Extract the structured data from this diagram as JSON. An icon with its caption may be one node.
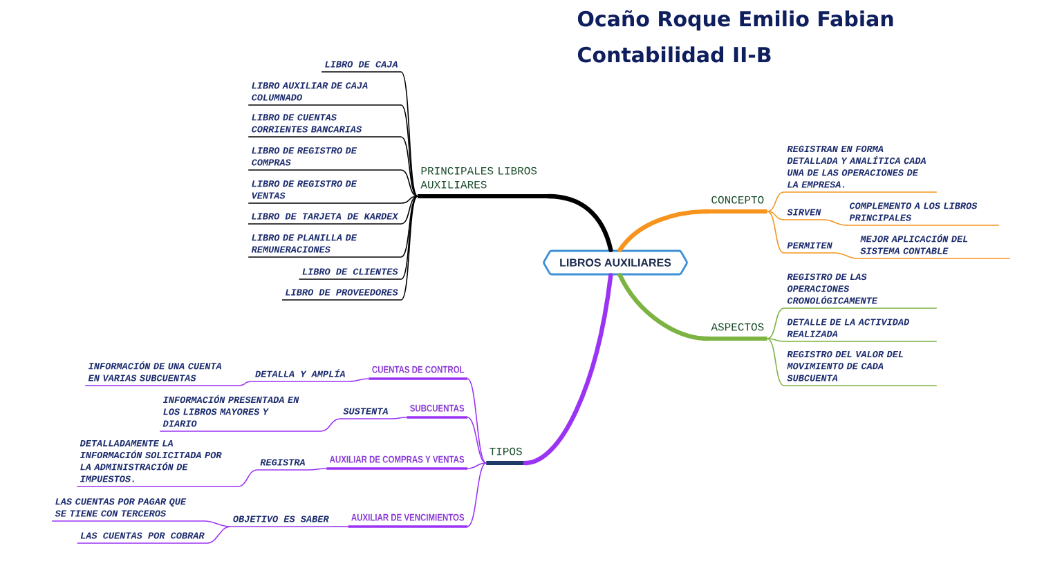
{
  "diagram": {
    "title": "Ocaño Roque Emilio Fabian",
    "nodes": [
      {
        "text": [
          "LIBROS AUXILIARES"
        ]
      },
      {
        "text": [
          "PRINCIPALES LIBROS AUXILIARES"
        ]
      },
      {
        "text": [
          "LIBRO DE CAJA"
        ]
      },
      {
        "text": [
          "LIBRO AUXILIAR DE CAJA COLUMNADO"
        ]
      },
      {
        "text": [
          "LIBRO DE CUENTAS CORRIENTES BANCARIAS"
        ]
      },
      {
        "text": [
          "LIBRO DE REGISTRO DE COMPRAS"
        ]
      },
      {
        "text": [
          "LIBRO DE REGISTRO DE VENTAS"
        ]
      },
      {
        "text": [
          "LIBRO DE TARJETA DE KARDEX"
        ]
      },
      {
        "text": [
          "LIBRO DE PLANILLA DE REMUNERACIONES"
        ]
      },
      {
        "text": [
          "LIBRO DE CLIENTES"
        ]
      },
      {
        "text": [
          "LIBRO DE PROVEEDORES"
        ]
      },
      {
        "text": [
          "CONCEPTO"
        ]
      },
      {
        "text": [
          "REGISTRAN EN FORMA DETALLADA Y ANALÍTICA CADA UNA DE LAS OPERACIONES DE LA EMPRESA."
        ]
      },
      {
        "text": [
          "SIRVEN"
        ]
      },
      {
        "text": [
          "COMPLEMENTO A LOS LIBROS PRINCIPALES"
        ]
      },
      {
        "text": [
          "PERMITEN"
        ]
      },
      {
        "text": [
          "MEJOR APLICACIÓN DEL SISTEMA CONTABLE"
        ]
      },
      {
        "text": [
          "ASPECTOS"
        ]
      },
      {
        "text": [
          "REGISTRO DE LAS OPERACIONES CRONOLÓGICAMENTE"
        ]
      },
      {
        "text": [
          "DETALLE DE LA ACTIVIDAD REALIZADA"
        ]
      },
      {
        "text": [
          "REGISTRO DEL VALOR DEL MOVIMIENTO DE CADA SUBCUENTA"
        ]
      },
      {
        "text": [
          "TIPOS"
        ]
      },
      {
        "text": [
          "CUENTAS DE CONTROL"
        ]
      },
      {
        "text": [
          "DETALLA Y AMPLÍA"
        ]
      },
      {
        "text": [
          "INFORMACIÓN DE UNA CUENTA EN VARIAS SUBCUENTAS"
        ]
      },
      {
        "text": [
          "SUBCUENTAS"
        ]
      },
      {
        "text": [
          "SUSTENTA"
        ]
      },
      {
        "text": [
          "INFORMACIÓN PRESENTADA EN LOS LIBROS MAYORES Y DIARIO"
        ]
      },
      {
        "text": [
          "AUXILIAR DE COMPRAS Y VENTAS"
        ]
      },
      {
        "text": [
          "REGISTRA"
        ]
      },
      {
        "text": [
          "DETALLADAMENTE LA INFORMACIÓN SOLICITADA POR LA ADMINISTRACIÓN DE IMPUESTOS."
        ]
      },
      {
        "text": [
          "AUXILIAR DE VENCIMIENTOS"
        ]
      },
      {
        "text": [
          "OBJETIVO ES SABER"
        ]
      },
      {
        "text": [
          "LAS CUENTAS POR PAGAR QUE SE TIENE CON TERCEROS"
        ]
      },
      {
        "text": [
          "LAS CUENTAS POR COBRAR"
        ]
      }
    ],
    "edges": [
      {
        "from": 0,
        "to": 1,
        "arrow": "none",
        "style": "thick",
        "color": "#000000"
      },
      {
        "from": 1,
        "to": 2,
        "arrow": "none",
        "color": "#000000"
      },
      {
        "from": 1,
        "to": 3,
        "arrow": "none",
        "color": "#000000"
      },
      {
        "from": 1,
        "to": 4,
        "arrow": "none",
        "color": "#000000"
      },
      {
        "from": 1,
        "to": 5,
        "arrow": "none",
        "color": "#000000"
      },
      {
        "from": 1,
        "to": 6,
        "arrow": "none",
        "color": "#000000"
      },
      {
        "from": 1,
        "to": 7,
        "arrow": "none",
        "color": "#000000"
      },
      {
        "from": 1,
        "to": 8,
        "arrow": "none",
        "color": "#000000"
      },
      {
        "from": 1,
        "to": 9,
        "arrow": "none",
        "color": "#000000"
      },
      {
        "from": 1,
        "to": 10,
        "arrow": "none",
        "color": "#000000"
      },
      {
        "from": 0,
        "to": 11,
        "arrow": "none",
        "style": "thick",
        "color": "#f7941d"
      },
      {
        "from": 11,
        "to": 12,
        "arrow": "none",
        "color": "#f7941d"
      },
      {
        "from": 11,
        "to": 13,
        "arrow": "none",
        "color": "#f7941d"
      },
      {
        "from": 13,
        "to": 14,
        "arrow": "none",
        "color": "#f7941d"
      },
      {
        "from": 11,
        "to": 15,
        "arrow": "none",
        "color": "#f7941d"
      },
      {
        "from": 15,
        "to": 16,
        "arrow": "none",
        "color": "#f7941d"
      },
      {
        "from": 0,
        "to": 17,
        "arrow": "none",
        "style": "thick",
        "color": "#7cb342"
      },
      {
        "from": 17,
        "to": 18,
        "arrow": "none",
        "color": "#7cb342"
      },
      {
        "from": 17,
        "to": 19,
        "arrow": "none",
        "color": "#7cb342"
      },
      {
        "from": 17,
        "to": 20,
        "arrow": "none",
        "color": "#7cb342"
      },
      {
        "from": 0,
        "to": 21,
        "arrow": "none",
        "style": "thick"
      },
      {
        "from": 21,
        "to": 22,
        "arrow": "none"
      },
      {
        "from": 22,
        "to": 23,
        "arrow": "none"
      },
      {
        "from": 23,
        "to": 24,
        "arrow": "none"
      },
      {
        "from": 21,
        "to": 25,
        "arrow": "none"
      },
      {
        "from": 25,
        "to": 26,
        "arrow": "none"
      },
      {
        "from": 26,
        "to": 27,
        "arrow": "none"
      },
      {
        "from": 21,
        "to": 28,
        "arrow": "none"
      },
      {
        "from": 28,
        "to": 29,
        "arrow": "none"
      },
      {
        "from": 29,
        "to": 30,
        "arrow": "none"
      },
      {
        "from": 21,
        "to": 31,
        "arrow": "none"
      },
      {
        "from": 31,
        "to": 32,
        "arrow": "none"
      },
      {
        "from": 32,
        "to": 33,
        "arrow": "none"
      },
      {
        "from": 32,
        "to": 34,
        "arrow": "none"
      }
    ],
    "labels": [
      "Contabilidad II-B"
    ]
  }
}
